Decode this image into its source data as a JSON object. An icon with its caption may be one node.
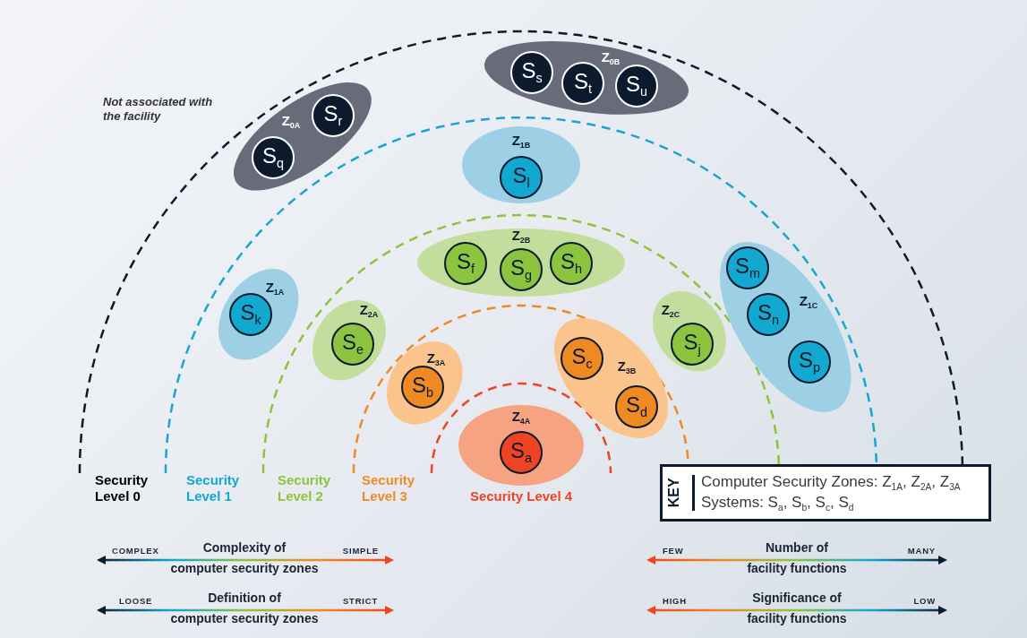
{
  "diagram": {
    "nodes": [
      {
        "text": [
          "Z$_{0B}$"
        ]
      },
      {
        "text": [
          "S$_{s}$"
        ],
        "in": 0
      },
      {
        "text": [
          "S$_{t}$"
        ],
        "in": 0
      },
      {
        "text": [
          "S$_{u}$"
        ],
        "in": 0
      },
      {
        "text": [
          "Z$_{0A}$"
        ]
      },
      {
        "text": [
          "S$_{r}$"
        ],
        "in": 4
      },
      {
        "text": [
          "S$_{q}$"
        ],
        "in": 4
      },
      {
        "text": [
          "Z$_{1B}$"
        ]
      },
      {
        "text": [
          "S$_{l}$"
        ],
        "in": 7
      },
      {
        "text": [
          "Z$_{2B}$"
        ]
      },
      {
        "text": [
          "S$_{f}$"
        ],
        "in": 9
      },
      {
        "text": [
          "S$_{g}$"
        ],
        "in": 9
      },
      {
        "text": [
          "S$_{h}$"
        ],
        "in": 9
      },
      {
        "text": [
          "Z$_{1A}$"
        ]
      },
      {
        "text": [
          "S$_{k}$"
        ],
        "in": 13
      },
      {
        "text": [
          "Z$_{1C}$"
        ]
      },
      {
        "text": [
          "S$_{m}$"
        ],
        "in": 15
      },
      {
        "text": [
          "S$_{n}$"
        ],
        "in": 15
      },
      {
        "text": [
          "S$_{p}$"
        ],
        "in": 15
      },
      {
        "text": [
          "Z$_{2A}$"
        ]
      },
      {
        "text": [
          "S$_{e}$"
        ],
        "in": 19
      },
      {
        "text": [
          "Z$_{2C}$"
        ]
      },
      {
        "text": [
          "S$_{j}$"
        ],
        "in": 21
      },
      {
        "text": [
          "Z$_{3A}$"
        ]
      },
      {
        "text": [
          "S$_{b}$"
        ],
        "in": 23
      },
      {
        "text": [
          "Z$_{3B}$"
        ]
      },
      {
        "text": [
          "S$_{c}$"
        ],
        "in": 25
      },
      {
        "text": [
          "S$_{d}$"
        ],
        "in": 25
      },
      {
        "text": [
          "Z$_{4A}$"
        ]
      },
      {
        "text": [
          "S$_{a}$"
        ],
        "in": 28
      },
      {
        "text": [
          "KEY",
          "Computer Security Zones: Z$_{1A}$, Z$_{2A}$, Z$_{3A}$",
          "Systems: S$_{a}$, S$_{b}$, S$_{c}$, S$_{d}$"
        ]
      }
    ],
    "labels": [
      "Not associated with the facility",
      "Security Level 0",
      "Security Level 1",
      "Security Level 2",
      "Security Level 3",
      "Security Level 4",
      "COMPLEX",
      "Complexity of",
      "SIMPLE",
      "computer security zones",
      "FEW",
      "Number of",
      "MANY",
      "facility functions",
      "LOOSE",
      "Definition of",
      "STRICT",
      "computer security zones",
      "HIGH",
      "Significance of",
      "LOW",
      "facility functions"
    ]
  }
}
